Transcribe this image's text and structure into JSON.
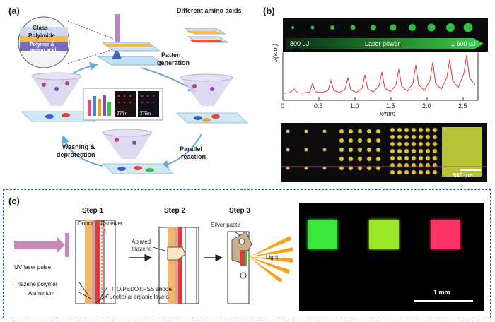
{
  "panel_a": {
    "letter": "(a)",
    "inset_layers": {
      "glass": "Glass",
      "polyimide": "Polyimide",
      "polymer": "Polymer &",
      "polymer2": "amino acid"
    },
    "amino_acids_label": "Different amino acids",
    "pattern_label_1": "Patten",
    "pattern_label_2": "generation",
    "washing_label_1": "Washing &",
    "washing_label_2": "deprotection",
    "parallel_label_1": "Parallel",
    "parallel_label_2": "reaction",
    "scale_1": "2 mm",
    "scale_2": "2 mm"
  },
  "panel_b": {
    "letter": "(b)",
    "laser_start": "800 μJ",
    "laser_mid": "Laser power",
    "laser_end": "1 600 μJ",
    "ylabel": "I/(a.u.)",
    "xlabel": "x/mm",
    "xticks": [
      "0",
      "0.5",
      "1.0",
      "1.5",
      "2.0",
      "2.5"
    ],
    "scale": "500 μm"
  },
  "panel_c": {
    "letter": "(c)",
    "step1": "Step 1",
    "step2": "Step 2",
    "step3": "Step 3",
    "donor": "Donor",
    "receiver": "Receiver",
    "uv_laser": "UV laser pulse",
    "ablated_1": "Ablated",
    "ablated_2": "triazene",
    "silver": "Silver paste",
    "light": "Light",
    "triazene_polymer": "Triazene polymer",
    "aluminium": "Aluminium",
    "ito": "ITO/PEDOT:PSS anode",
    "functional": "Functional organic layers",
    "scale": "1 mm"
  },
  "colors": {
    "green_bright": "#39e639",
    "green_yellow": "#9be82a",
    "pink": "#ff3366",
    "trace_red": "#e23a3a",
    "dash_blue": "#3a5a8a",
    "arrow_blue": "#6aa8d8",
    "orange": "#f7a21b",
    "uv_purple": "#c58ab5"
  }
}
